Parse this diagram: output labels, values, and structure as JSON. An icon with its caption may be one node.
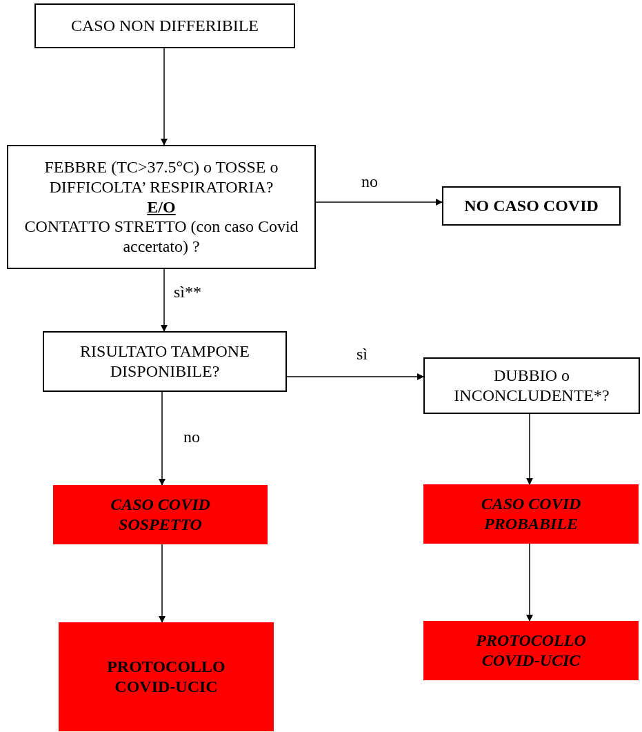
{
  "diagram": {
    "nodes": [
      {
        "text": [
          "CASO NON DIFFERIBILE"
        ]
      },
      {
        "text": [
          "FEBBRE (TC>37.5°C) o TOSSE o DIFFICOLTA’ RESPIRATORIA?",
          "E/O",
          "CONTATTO STRETTO (con caso Covid accertato) ?"
        ]
      },
      {
        "text": [
          "NO CASO COVID"
        ]
      },
      {
        "text": [
          "RISULTATO TAMPONE DISPONIBILE?"
        ]
      },
      {
        "text": [
          "DUBBIO o INCONCLUDENTE*?"
        ]
      },
      {
        "text": [
          "CASO COVID SOSPETTO"
        ]
      },
      {
        "text": [
          "CASO COVID PROBABILE"
        ]
      },
      {
        "text": [
          "PROTOCOLLO COVID-UCIC"
        ]
      },
      {
        "text": [
          "PROTOCOLLO COVID-UCIC"
        ]
      }
    ],
    "edges": [
      {
        "from": 0,
        "to": 1,
        "arrow": "to"
      },
      {
        "from": 1,
        "to": 2,
        "arrow": "to",
        "label": "no"
      },
      {
        "from": 1,
        "to": 3,
        "arrow": "to",
        "label": "sì**"
      },
      {
        "from": 3,
        "to": 4,
        "arrow": "to",
        "label": "sì"
      },
      {
        "from": 3,
        "to": 5,
        "arrow": "to",
        "label": "no"
      },
      {
        "from": 4,
        "to": 6,
        "arrow": "to"
      },
      {
        "from": 5,
        "to": 7,
        "arrow": "to"
      },
      {
        "from": 6,
        "to": 8,
        "arrow": "to"
      }
    ]
  }
}
